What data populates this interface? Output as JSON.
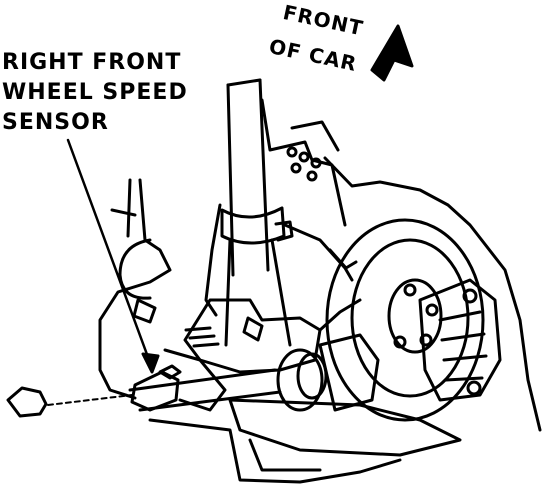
{
  "callout": {
    "line1": "RIGHT FRONT",
    "line2": "WHEEL SPEED",
    "line3": "SENSOR"
  },
  "direction": {
    "line1": "FRONT",
    "line2": "OF CAR"
  },
  "colors": {
    "ink": "#000000",
    "paper": "#ffffff"
  }
}
